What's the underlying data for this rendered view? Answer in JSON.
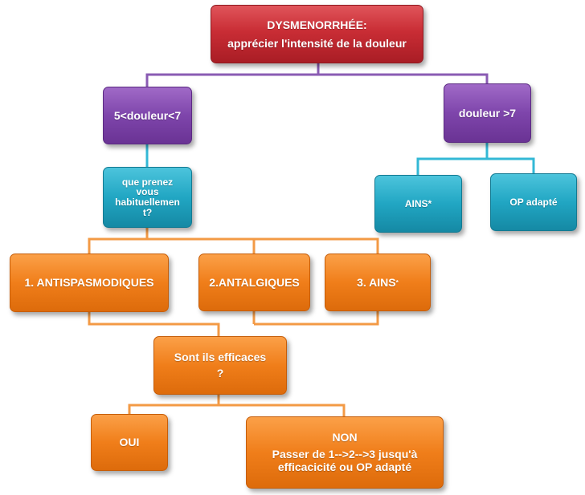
{
  "colors": {
    "red": "#c92d35",
    "purple": "#7e45ab",
    "teal": "#21a6c3",
    "orange": "#f07e1a",
    "connector_purple": "#8a5bb3",
    "connector_teal": "#33b8d6",
    "connector_orange": "#f39a45"
  },
  "root": {
    "line1": "DYSMENORRHÉE:",
    "line2": "apprécier l'intensité de la douleur"
  },
  "left_branch": {
    "label": "5<douleur<7",
    "question": [
      "que prenez",
      "vous",
      "habituellemen",
      "t?"
    ]
  },
  "right_branch": {
    "label": "douleur >7",
    "ains": "AINS*",
    "op": "OP adapté"
  },
  "treatments": {
    "t1": "1. ANTISPASMODIQUES",
    "t2": "2.ANTALGIQUES",
    "t3": "3. AINS",
    "t3_mark": "*"
  },
  "efficacy": {
    "line1": "Sont ils efficaces",
    "line2": "?"
  },
  "answers": {
    "oui": "OUI",
    "non_title": "NON",
    "non_line1": "Passer de 1-->2-->3 jusqu'à",
    "non_line2": "efficacicité ou OP adapté"
  }
}
